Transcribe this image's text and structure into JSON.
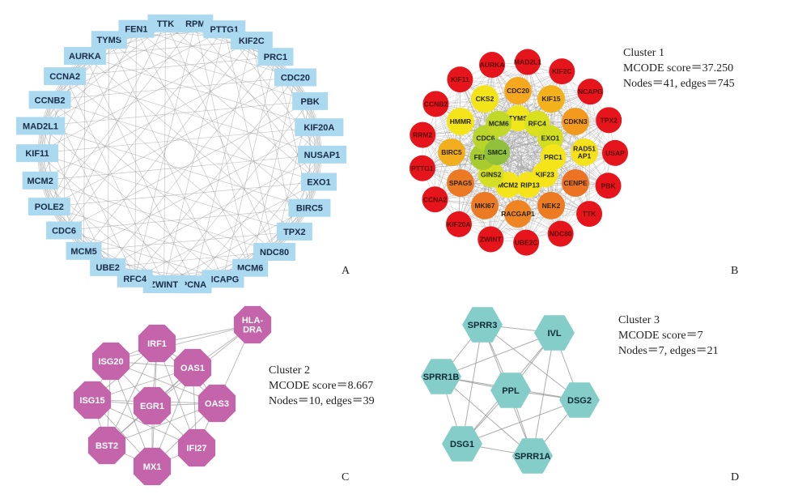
{
  "panels": {
    "A": {
      "letter": "A",
      "nodes": [
        "RPM",
        "PTTG1",
        "KIF2C",
        "PRC1",
        "CDC20",
        "PBK",
        "KIF20A",
        "NUSAP1",
        "EXO1",
        "BIRC5",
        "TPX2",
        "NDC80",
        "MCM6",
        "NCAPG",
        "PCNA",
        "ZWINT",
        "RFC4",
        "UBE2",
        "MCM5",
        "CDC6",
        "POLE2",
        "MCM2",
        "KIF11",
        "MAD2L1",
        "CCNB2",
        "CCNA2",
        "AURKA",
        "TYMS",
        "FEN1",
        "TTK"
      ]
    },
    "B": {
      "letter": "B",
      "cluster": "Cluster 1",
      "score": "MCODE score＝37.250",
      "counts": "Nodes＝41, edges＝745",
      "outer": [
        "MAD2L1",
        "KIF2C",
        "NCAPG",
        "TPX2",
        "USAP",
        "PBK",
        "TTK",
        "NDC80",
        "UBE2C",
        "ZWINT",
        "KIF20A",
        "CCNA2",
        "PTTG1",
        "RRM2",
        "CCNB2",
        "KIF11",
        "AURKA"
      ],
      "inner": [
        {
          "label": "CDC20",
          "color": "#f5a81e"
        },
        {
          "label": "KIF15",
          "color": "#f3b21c"
        },
        {
          "label": "CDKN3",
          "color": "#f39a1e"
        },
        {
          "label": "RAD51\nAP1",
          "color": "#f5e21a"
        },
        {
          "label": "CENPE",
          "color": "#ec7324"
        },
        {
          "label": "NEK2",
          "color": "#ed7b22"
        },
        {
          "label": "RACGAP1",
          "color": "#ee8422"
        },
        {
          "label": "MKI67",
          "color": "#ec7a24"
        },
        {
          "label": "SPAG5",
          "color": "#ec7a24"
        },
        {
          "label": "BIRC5",
          "color": "#f3ae1e"
        },
        {
          "label": "HMMR",
          "color": "#f4e41a"
        },
        {
          "label": "CKS2",
          "color": "#f3e41a"
        }
      ],
      "core": [
        {
          "label": "TYMS",
          "color": "#f0e61a"
        },
        {
          "label": "RFC4",
          "color": "#d9e01e"
        },
        {
          "label": "EXO1",
          "color": "#d2de22"
        },
        {
          "label": "PRC1",
          "color": "#f4e41a"
        },
        {
          "label": "KIF23",
          "color": "#f5e41a"
        },
        {
          "label": "TRIP13",
          "color": "#f5e41a"
        },
        {
          "label": "MCM2",
          "color": "#f4e41a"
        },
        {
          "label": "GINS2",
          "color": "#d4de24"
        },
        {
          "label": "FEN1",
          "color": "#a8cc30"
        },
        {
          "label": "CDC6",
          "color": "#b9d42a"
        },
        {
          "label": "MCM6",
          "color": "#c2d828"
        },
        {
          "label": "SMC4",
          "color": "#8fc13a"
        }
      ]
    },
    "C": {
      "letter": "C",
      "cluster": "Cluster 2",
      "score": "MCODE score＝8.667",
      "counts": "Nodes＝10, edges＝39",
      "nodes": [
        "HLA-\nDRA",
        "IRF1",
        "OAS1",
        "ISG20",
        "ISG15",
        "EGR1",
        "OAS3",
        "BST2",
        "IFI27",
        "MX1"
      ]
    },
    "D": {
      "letter": "D",
      "cluster": "Cluster 3",
      "score": "MCODE score＝7",
      "counts": "Nodes＝7, edges＝21",
      "nodes": [
        "SPRR3",
        "IVL",
        "SPRR1B",
        "PPL",
        "DSG2",
        "DSG1",
        "SPRR1A"
      ]
    }
  },
  "colors": {
    "panel_a_node": "#abd9ef",
    "panel_b_outer": "#e6141b",
    "panel_c_node": "#c465ac",
    "panel_d_node": "#84cdc8",
    "edge": "#999999"
  }
}
